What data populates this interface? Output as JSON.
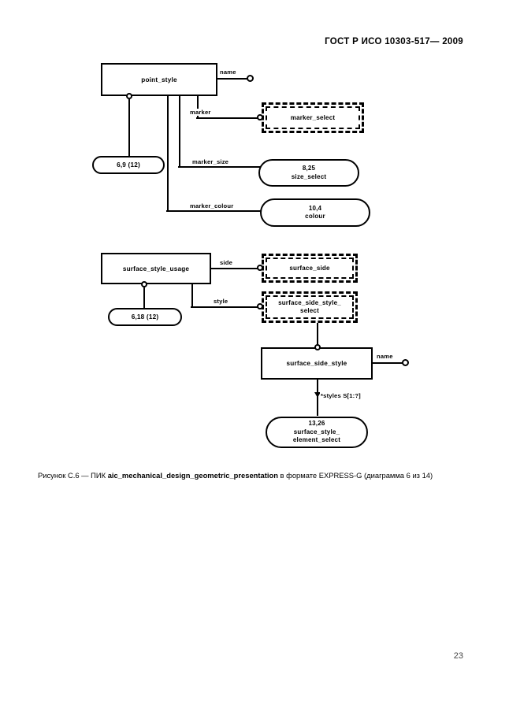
{
  "document": {
    "header": "ГОСТ Р ИСО 10303-517— 2009",
    "page_number": "23",
    "caption_prefix": "Рисунок С.6 — ПИК",
    "caption_schema": "aic_mechanical_design_geometric_presentation",
    "caption_suffix": "в формате EXPRESS-G (диаграмма 6 из 14)"
  },
  "diagram": {
    "type": "EXPRESS-G",
    "entities": [
      {
        "id": "point_style",
        "label": "point_style"
      },
      {
        "id": "surface_style_usage",
        "label": "surface_style_usage"
      },
      {
        "id": "surface_side_style",
        "label": "surface_side_style"
      }
    ],
    "select_types": [
      {
        "id": "marker_select",
        "label": "marker_select"
      },
      {
        "id": "surface_side",
        "label": "surface_side"
      },
      {
        "id": "surface_side_style_select",
        "line1": "surface_side_style_",
        "line2": "select"
      }
    ],
    "page_refs": [
      {
        "id": "size_select",
        "number": "8,25",
        "label": "size_select"
      },
      {
        "id": "colour",
        "number": "10,4",
        "label": "colour"
      },
      {
        "id": "surface_style_element_select",
        "number": "13,26",
        "line1": "surface_style_",
        "line2": "element_select"
      }
    ],
    "back_refs": [
      {
        "id": "ref_6_9",
        "label": "6,9 (12)"
      },
      {
        "id": "ref_6_18",
        "label": "6,18 (12)"
      }
    ],
    "attributes": [
      {
        "id": "name_point_style",
        "label": "name"
      },
      {
        "id": "marker",
        "label": "marker"
      },
      {
        "id": "marker_size",
        "label": "marker_size"
      },
      {
        "id": "marker_colour",
        "label": "marker_colour"
      },
      {
        "id": "side",
        "label": "side"
      },
      {
        "id": "style",
        "label": "style"
      },
      {
        "id": "name_surface_side_style",
        "label": "name"
      },
      {
        "id": "styles",
        "label": "*styles S[1:?]"
      }
    ]
  }
}
